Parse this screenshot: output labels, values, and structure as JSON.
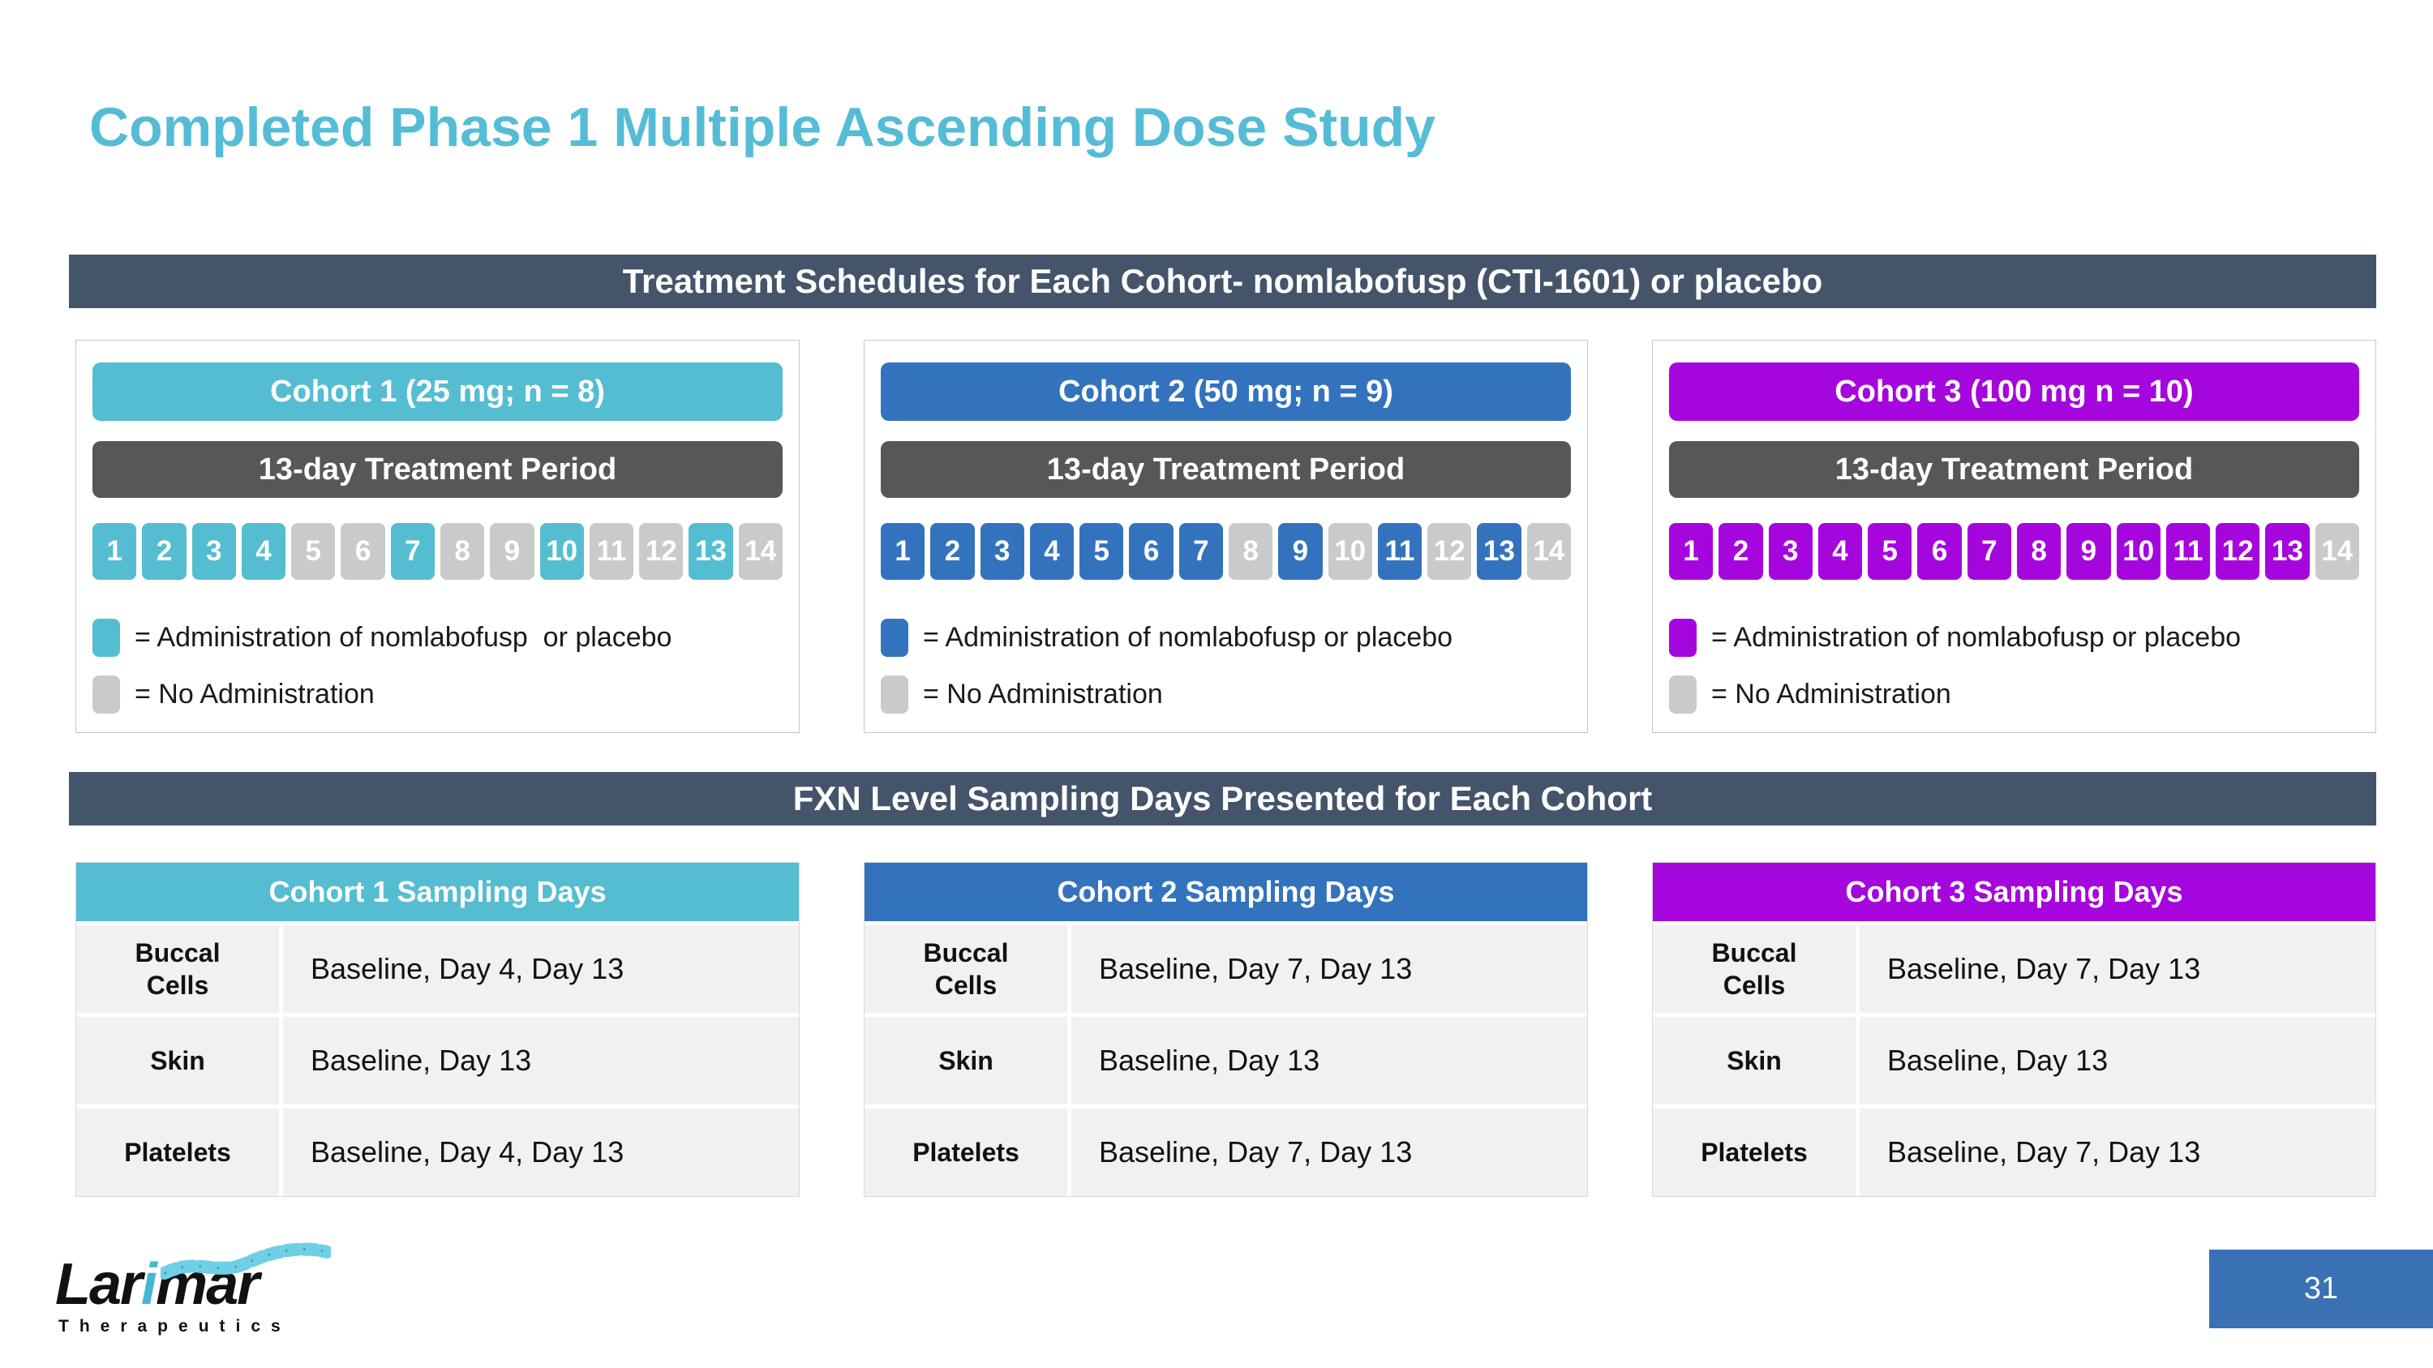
{
  "slide": {
    "title": "Completed Phase 1 Multiple Ascending Dose Study",
    "page_number": "31"
  },
  "banners": {
    "treatment": "Treatment Schedules for Each Cohort- nomlabofusp (CTI-1601) or placebo",
    "sampling": "FXN Level Sampling Days Presented for Each Cohort"
  },
  "colors": {
    "title": "#55bcd6",
    "banner_bg": "#44546a",
    "dark_bar": "#575757",
    "gray_inactive": "#c9cacb",
    "page_box": "#3a70b4",
    "teal": "#55bdd2",
    "blue": "#3373be",
    "purple": "#a506dd"
  },
  "cohorts": [
    {
      "header": "Cohort 1 (25 mg; n = 8)",
      "treatment_period": "13-day Treatment Period",
      "color": "#55bdd2",
      "days": [
        1,
        2,
        3,
        4,
        5,
        6,
        7,
        8,
        9,
        10,
        11,
        12,
        13,
        14
      ],
      "active_days": [
        1,
        2,
        3,
        4,
        7,
        10,
        13
      ],
      "legend_admin": "= Administration of nomlabofusp  or placebo",
      "legend_none": "= No Administration",
      "sampling": {
        "header": "Cohort 1 Sampling Days",
        "rows": [
          {
            "label": "Buccal Cells",
            "value": "Baseline, Day 4, Day 13"
          },
          {
            "label": "Skin",
            "value": "Baseline, Day 13"
          },
          {
            "label": "Platelets",
            "value": "Baseline, Day 4, Day 13"
          }
        ]
      }
    },
    {
      "header": "Cohort 2 (50 mg; n = 9)",
      "treatment_period": "13-day Treatment Period",
      "color": "#3373be",
      "days": [
        1,
        2,
        3,
        4,
        5,
        6,
        7,
        8,
        9,
        10,
        11,
        12,
        13,
        14
      ],
      "active_days": [
        1,
        2,
        3,
        4,
        5,
        6,
        7,
        9,
        11,
        13
      ],
      "legend_admin": "= Administration of nomlabofusp or placebo",
      "legend_none": "= No Administration",
      "sampling": {
        "header": "Cohort 2 Sampling Days",
        "rows": [
          {
            "label": "Buccal Cells",
            "value": "Baseline, Day 7, Day 13"
          },
          {
            "label": "Skin",
            "value": "Baseline, Day 13"
          },
          {
            "label": "Platelets",
            "value": "Baseline, Day 7, Day 13"
          }
        ]
      }
    },
    {
      "header": "Cohort 3 (100 mg n = 10)",
      "treatment_period": "13-day Treatment Period",
      "color": "#a506dd",
      "days": [
        1,
        2,
        3,
        4,
        5,
        6,
        7,
        8,
        9,
        10,
        11,
        12,
        13,
        14
      ],
      "active_days": [
        1,
        2,
        3,
        4,
        5,
        6,
        7,
        8,
        9,
        10,
        11,
        12,
        13
      ],
      "legend_admin": "= Administration of nomlabofusp or placebo",
      "legend_none": "= No Administration",
      "sampling": {
        "header": "Cohort 3 Sampling Days",
        "rows": [
          {
            "label": "Buccal Cells",
            "value": "Baseline, Day 7, Day 13"
          },
          {
            "label": "Skin",
            "value": "Baseline, Day 13"
          },
          {
            "label": "Platelets",
            "value": "Baseline, Day 7, Day 13"
          }
        ]
      }
    }
  ],
  "logo": {
    "word_start": "Lar",
    "word_i": "i",
    "word_end": "mar",
    "subtitle": "Therapeutics"
  }
}
